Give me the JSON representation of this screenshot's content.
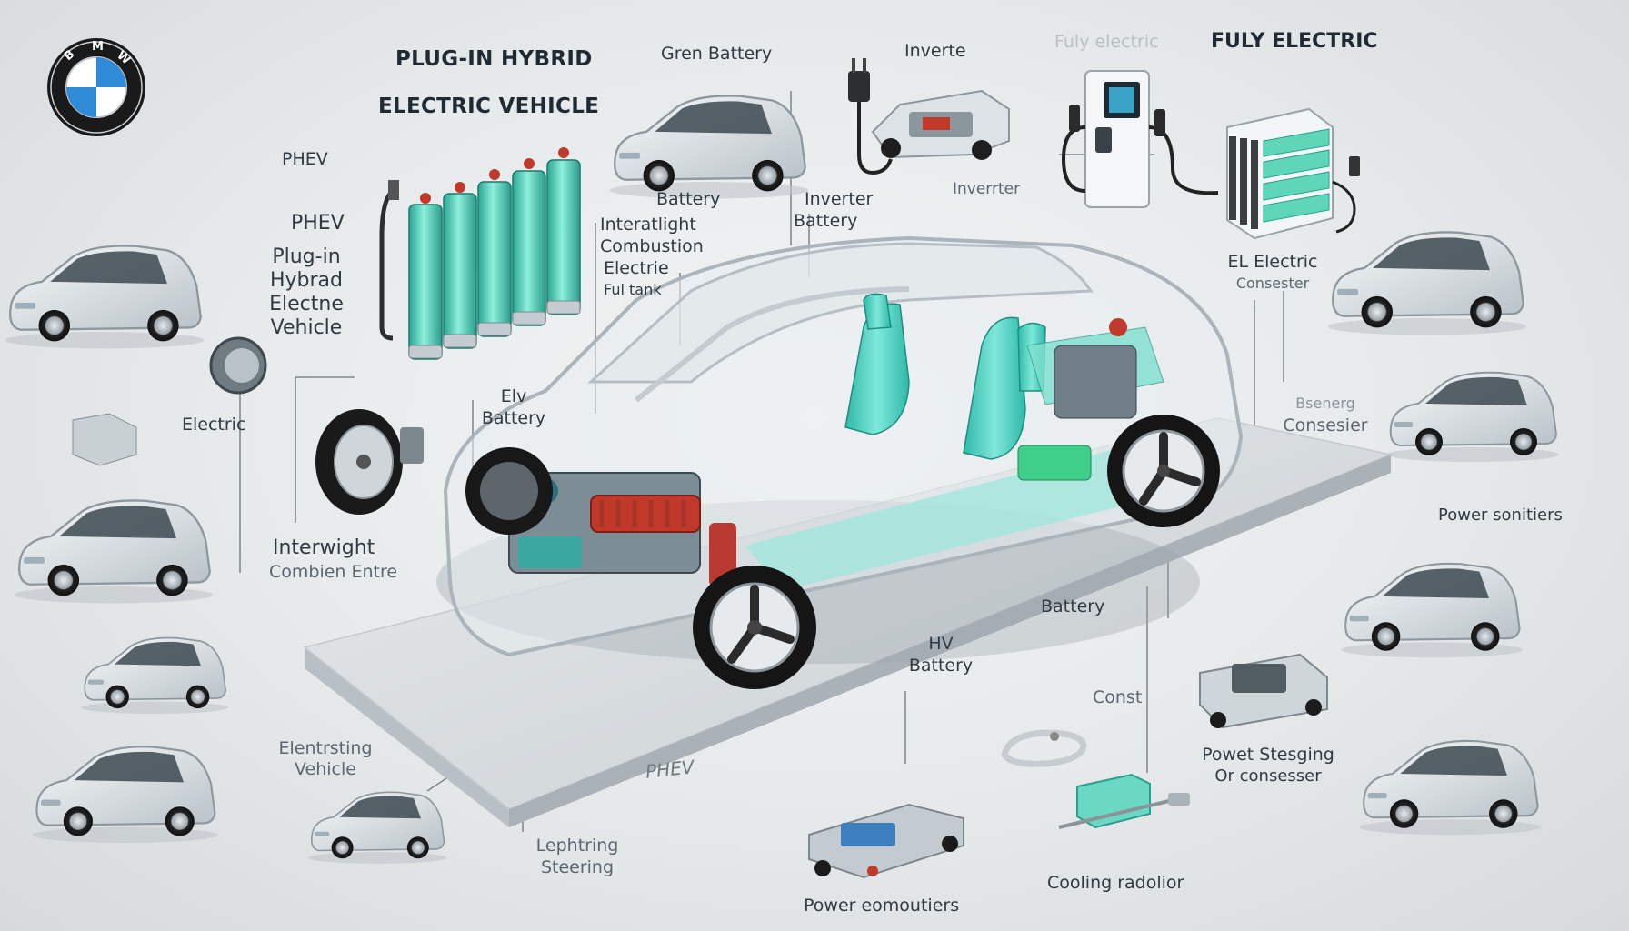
{
  "brand": {
    "logo_letters": [
      "B",
      "M",
      "W"
    ]
  },
  "title": {
    "line1": "PLUG-IN HYBRID",
    "line2": "ELECTRIC VEHICLE"
  },
  "header_labels": {
    "green_battery": "Gren Battery",
    "inverter_top": "Inverte",
    "fully_electric_ghost": "Fuly electric",
    "fully_electric": "FULY ELECTRIC"
  },
  "left_labels": {
    "phev1": "PHEV",
    "phev2": "PHEV",
    "plugin_lines": [
      "Plug-in",
      "Hybrad",
      "Electne",
      "Vehicle"
    ],
    "electric": "Electric",
    "interweight_lines": [
      "Interwight",
      "Combien Entre"
    ],
    "ev_lines": [
      "Elentrsting",
      "Vehicle"
    ]
  },
  "center_labels": {
    "battery_top": "Battery",
    "combustion_lines": [
      "Interatlight",
      "Combustion",
      "Electrie",
      "Ful tank"
    ],
    "inverter_lines": [
      "Inverter",
      "Battery"
    ],
    "inverter_faint": "Inverrter",
    "ev_battery_lines": [
      "Elv",
      "Battery"
    ],
    "battery_floor": "Battery",
    "hv_lines": [
      "HV",
      "Battery"
    ],
    "platform_text": "PHEV",
    "lightning_lines": [
      "Lephtring",
      "Steering"
    ],
    "power_bottom": "Power eomoutiers"
  },
  "right_labels": {
    "el_electric_lines": [
      "EL Electric",
      "Consester"
    ],
    "consesser_lines": [
      "Bsenerg",
      "Consesier"
    ],
    "power_solutions": "Power sonitiers",
    "const": "Const",
    "power_steering_lines": [
      "Powet Stesging",
      "Or consesser"
    ],
    "cooling": "Cooling radolior"
  },
  "colors": {
    "accent_teal": "#3fd0c0",
    "battery_green": "#4fcf9f",
    "engine_red": "#c0392b",
    "platform": "#d3d8db",
    "logo_blue": "#3a8fd4"
  },
  "icons": [
    "bmw-logo-icon",
    "battery-cells-icon",
    "charging-station-icon",
    "plug-icon",
    "battery-module-icon",
    "car-icon",
    "wheel-icon",
    "motor-icon",
    "cooling-radiator-icon"
  ]
}
